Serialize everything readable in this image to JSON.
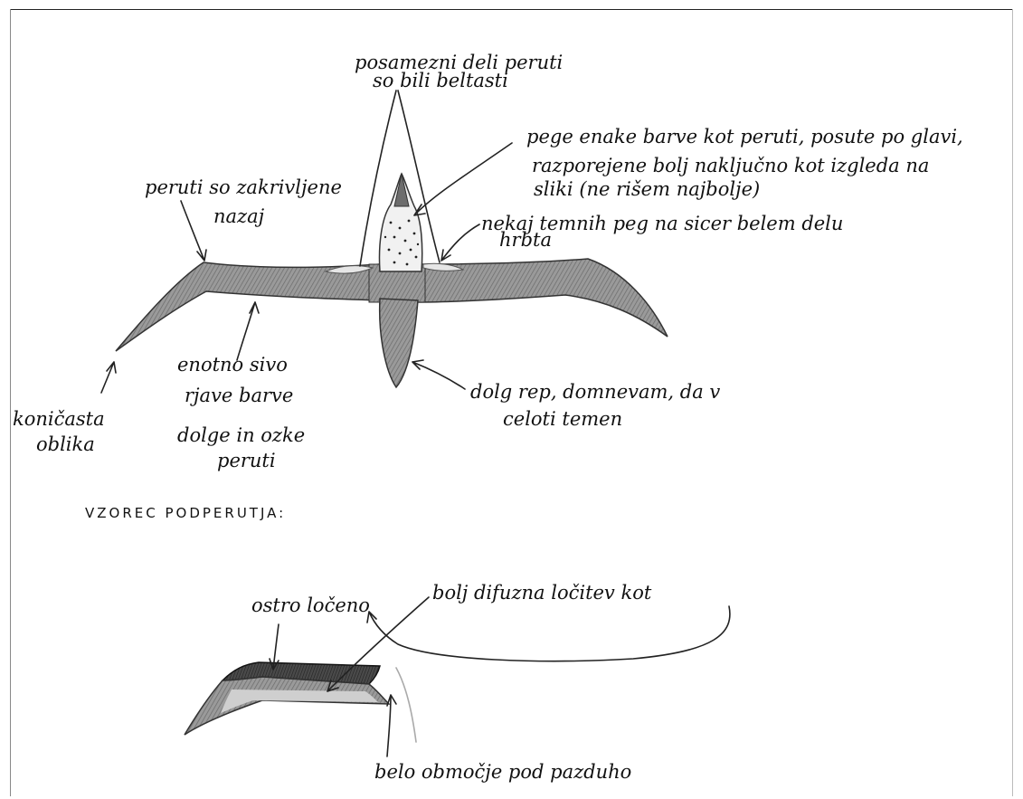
{
  "labels": {
    "posamezni_1": "posamezni deli peruti",
    "posamezni_2": "so bili beltasti",
    "pege_1": "pege enake barve kot peruti, posute po glavi,",
    "pege_2": "razporejene bolj naključno kot izgleda na",
    "pege_3": "sliki (ne rišem najbolje)",
    "nekaj_1": "nekaj temnih peg na sicer belem delu",
    "nekaj_2": "hrbta",
    "peruti_1": "peruti so zakrivljene",
    "peruti_2": "nazaj",
    "enotno_1": "enotno sivo",
    "enotno_2": "rjave barve",
    "dolge_1": "dolge in ozke",
    "dolge_2": "peruti",
    "konicasta_1": "koničasta",
    "konicasta_2": "oblika",
    "dolg_rep_1": "dolg rep, domnevam, da v",
    "dolg_rep_2": "celoti temen",
    "vzorec": "VZOREC PODPERUTJA:",
    "ostro": "ostro ločeno",
    "bolj_difuzna": "bolj difuzna ločitev kot",
    "belo": "belo območje pod pazduho"
  }
}
